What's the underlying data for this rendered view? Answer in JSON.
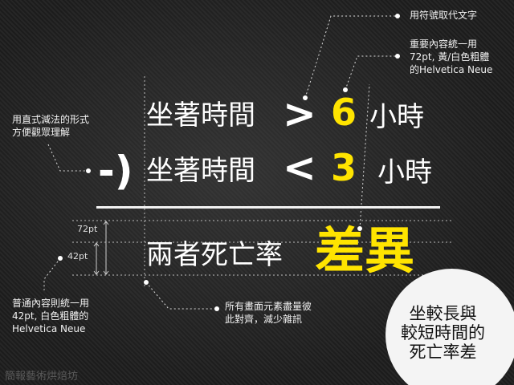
{
  "annotations": {
    "symbol_note": "用符號取代文字",
    "emphasis_note": [
      "重要內容統一用",
      "72pt, 黃/白色粗體",
      "的Helvetica Neue"
    ],
    "subtraction_note": [
      "用直式減法的形式",
      "方便觀眾理解"
    ],
    "normal_note": [
      "普通內容則統一用",
      "42pt, 白色粗體的",
      "Helvetica Neue"
    ],
    "minimal_note": [
      "所有畫面元素盡量彼",
      "此對齊，減少雜訊"
    ]
  },
  "equation": {
    "line1": {
      "text": "坐著時間",
      "symbol": ">",
      "number": "6",
      "unit": "小時"
    },
    "line2": {
      "operator": "-)",
      "text": "坐著時間",
      "symbol": "<",
      "number": "3",
      "unit": "小時"
    },
    "result": {
      "text": "兩者死亡率",
      "highlight": "差異"
    }
  },
  "measure": {
    "size_72": "72pt",
    "size_42": "42pt"
  },
  "bubble": [
    "坐較長與",
    "較短時間的",
    "死亡率差"
  ],
  "watermark": "簡報藝術烘焙坊",
  "colors": {
    "highlight": "#ffe400",
    "background": "#1e1e1e",
    "bubble": "#f4f4f4"
  }
}
